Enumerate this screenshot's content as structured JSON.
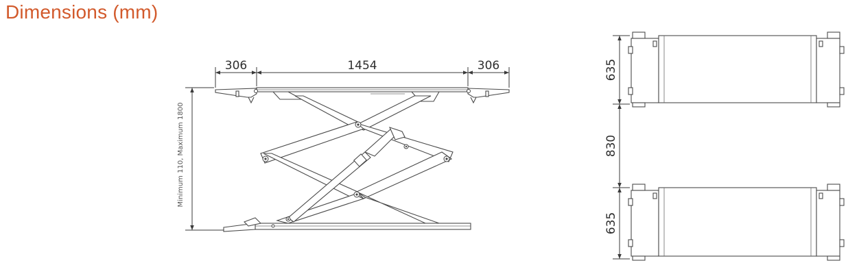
{
  "heading": {
    "text": "Dimensions (mm)",
    "color": "#d25a2c"
  },
  "side_view": {
    "left_extension": "306",
    "platform_length": "1454",
    "right_extension": "306",
    "height_range": "Minimum 110, Maximum 1800"
  },
  "top_view": {
    "upper_platform_width": "635",
    "gap_between": "830",
    "lower_platform_width": "635"
  }
}
